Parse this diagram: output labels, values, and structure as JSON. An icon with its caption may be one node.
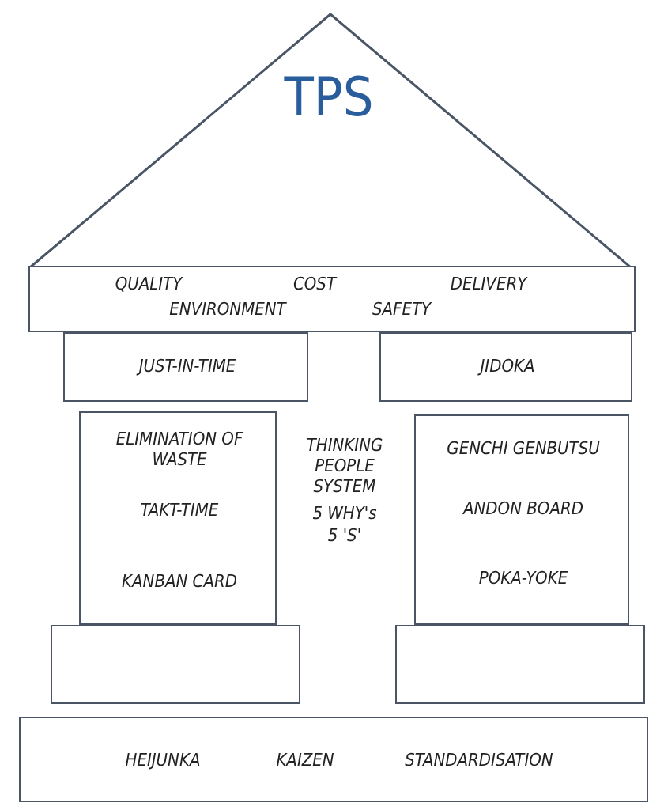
{
  "diagram": {
    "nodes": [
      {
        "text": [
          "TPS"
        ]
      },
      {
        "text": [
          "QUALITY",
          "COST",
          "DELIVERY",
          "ENVIRONMENT",
          "SAFETY"
        ]
      },
      {
        "text": [
          "JUST-IN-TIME"
        ]
      },
      {
        "text": [
          "JIDOKA"
        ]
      },
      {
        "text": [
          "ELIMINATION OF WASTE",
          "TAKT-TIME",
          "KANBAN CARD"
        ]
      },
      {
        "text": [
          "GENCHI GENBUTSU",
          "ANDON BOARD",
          "POKA-YOKE"
        ]
      },
      {
        "text": [],
        "shape": "box"
      },
      {
        "text": [],
        "shape": "box"
      },
      {
        "text": [
          "HEIJUNKA",
          "KAIZEN",
          "STANDARDISATION"
        ]
      }
    ],
    "labels": [
      "THINKING PEOPLE SYSTEM",
      "5 WHY's",
      "5 'S'"
    ]
  }
}
